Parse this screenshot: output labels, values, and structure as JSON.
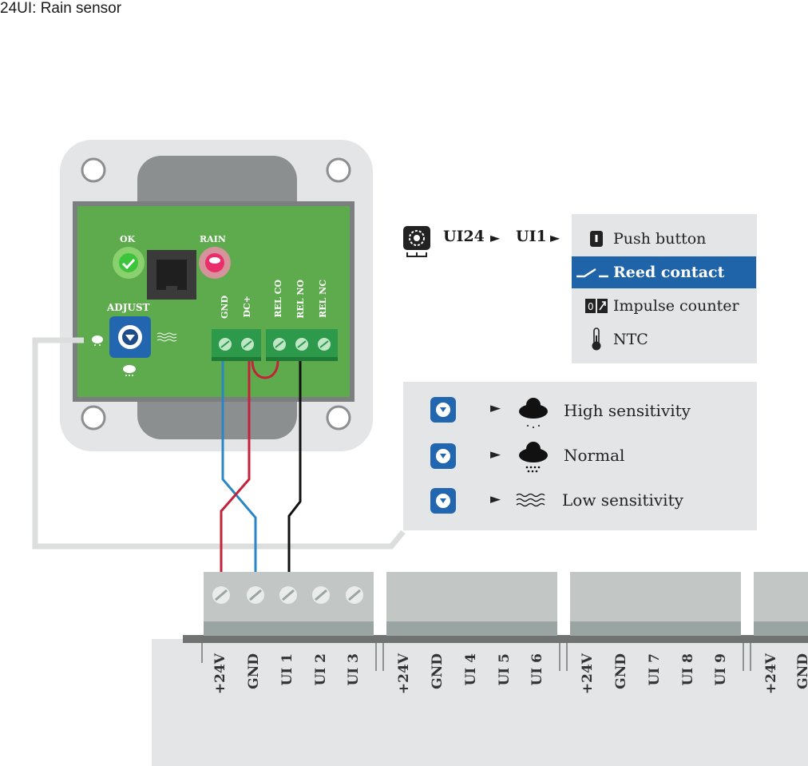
{
  "title": "24UI: Rain sensor",
  "sensor": {
    "led_ok": "OK",
    "led_rain": "RAIN",
    "adjust_label": "ADJUST",
    "terminals": [
      "GND",
      "DC+",
      "REL CO",
      "REL NO",
      "REL NC"
    ]
  },
  "config_path": {
    "icon": "settings-dial-icon",
    "parts": [
      "UI24",
      "►",
      "UI1",
      "►"
    ]
  },
  "input_type_menu": {
    "items": [
      {
        "label": "Push button",
        "icon": "push-button-icon",
        "selected": false
      },
      {
        "label": "Reed contact",
        "icon": "reed-contact-icon",
        "selected": true
      },
      {
        "label": "Impulse counter",
        "icon": "impulse-counter-icon",
        "selected": false
      },
      {
        "label": "NTC",
        "icon": "thermometer-icon",
        "selected": false
      }
    ]
  },
  "sensitivity_legend": {
    "arrow": "►",
    "rows": [
      {
        "label": "High sensitivity",
        "icon": "cloud-light-rain-icon"
      },
      {
        "label": "Normal",
        "icon": "cloud-heavy-rain-icon"
      },
      {
        "label": "Low sensitivity",
        "icon": "water-waves-icon"
      }
    ]
  },
  "controller": {
    "terminal_groups": [
      [
        "+24V",
        "GND",
        "UI 1",
        "UI 2",
        "UI 3"
      ],
      [
        "+24V",
        "GND",
        "UI 4",
        "UI 5",
        "UI 6"
      ],
      [
        "+24V",
        "GND",
        "UI 7",
        "UI 8",
        "UI 9"
      ],
      [
        "+24V",
        "GND"
      ]
    ]
  },
  "colors": {
    "pcb_green": "#5eab4e",
    "selected_blue": "#1f63a8",
    "wire_blue": "#2b86c5",
    "wire_red": "#c4223a",
    "wire_black": "#111111",
    "panel_gray": "#e4e5e6"
  }
}
